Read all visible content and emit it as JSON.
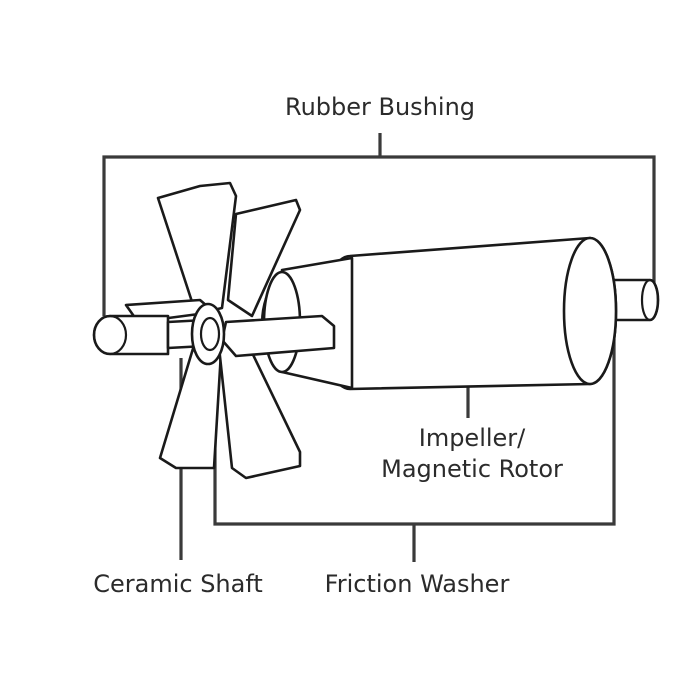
{
  "labels": {
    "rubber_bushing": "Rubber Bushing",
    "impeller_line1": "Impeller/",
    "impeller_line2": "Magnetic Rotor",
    "ceramic_shaft": "Ceramic Shaft",
    "friction_washer": "Friction Washer"
  },
  "colors": {
    "stroke": "#1a1a1a",
    "text": "#2b2b2b",
    "background": "#ffffff"
  }
}
